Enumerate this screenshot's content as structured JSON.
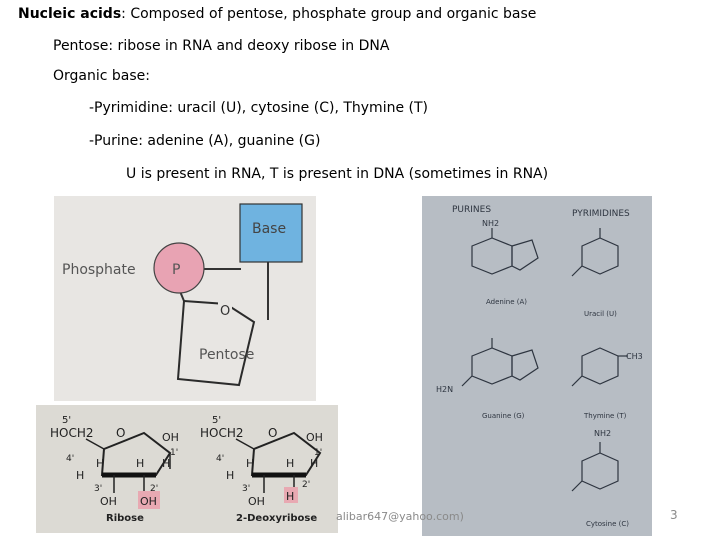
{
  "slide": {
    "line1_bold": "Nucleic acids",
    "line1_rest": ": Composed of pentose, phosphate group and organic base",
    "line2": "Pentose: ribose in RNA and deoxy ribose in DNA",
    "line3": "Organic base:",
    "line4": "-Pyrimidine: uracil (U), cytosine (C), Thymine (T)",
    "line5": "-Purine: adenine (A), guanine (G)",
    "line6": "U is present in RNA, T is present in DNA (sometimes in RNA)"
  },
  "diagram": {
    "phosphate": "Phosphate",
    "p": "P",
    "base": "Base",
    "o": "O",
    "pentose": "Pentose"
  },
  "sugars": {
    "five": "5'",
    "hoch2": "HOCH2",
    "o": "O",
    "oh": "OH",
    "one": "1'",
    "four": "4'",
    "h": "H",
    "three": "3'",
    "two": "2'",
    "ribose": "Ribose",
    "deoxyribose": "2-Deoxyribose"
  },
  "bases": {
    "purines": "PURINES",
    "pyrimidines": "PYRIMIDINES",
    "adenine": "Adenine (A)",
    "uracil": "Uracil (U)",
    "guanine": "Guanine (G)",
    "thymine": "Thymine (T)",
    "cytosine": "Cytosine (C)",
    "nh2": "NH2",
    "h2n": "H2N",
    "ch3": "CH3"
  },
  "footer": {
    "email": "alibar647@yahoo.com)",
    "page": "3"
  }
}
